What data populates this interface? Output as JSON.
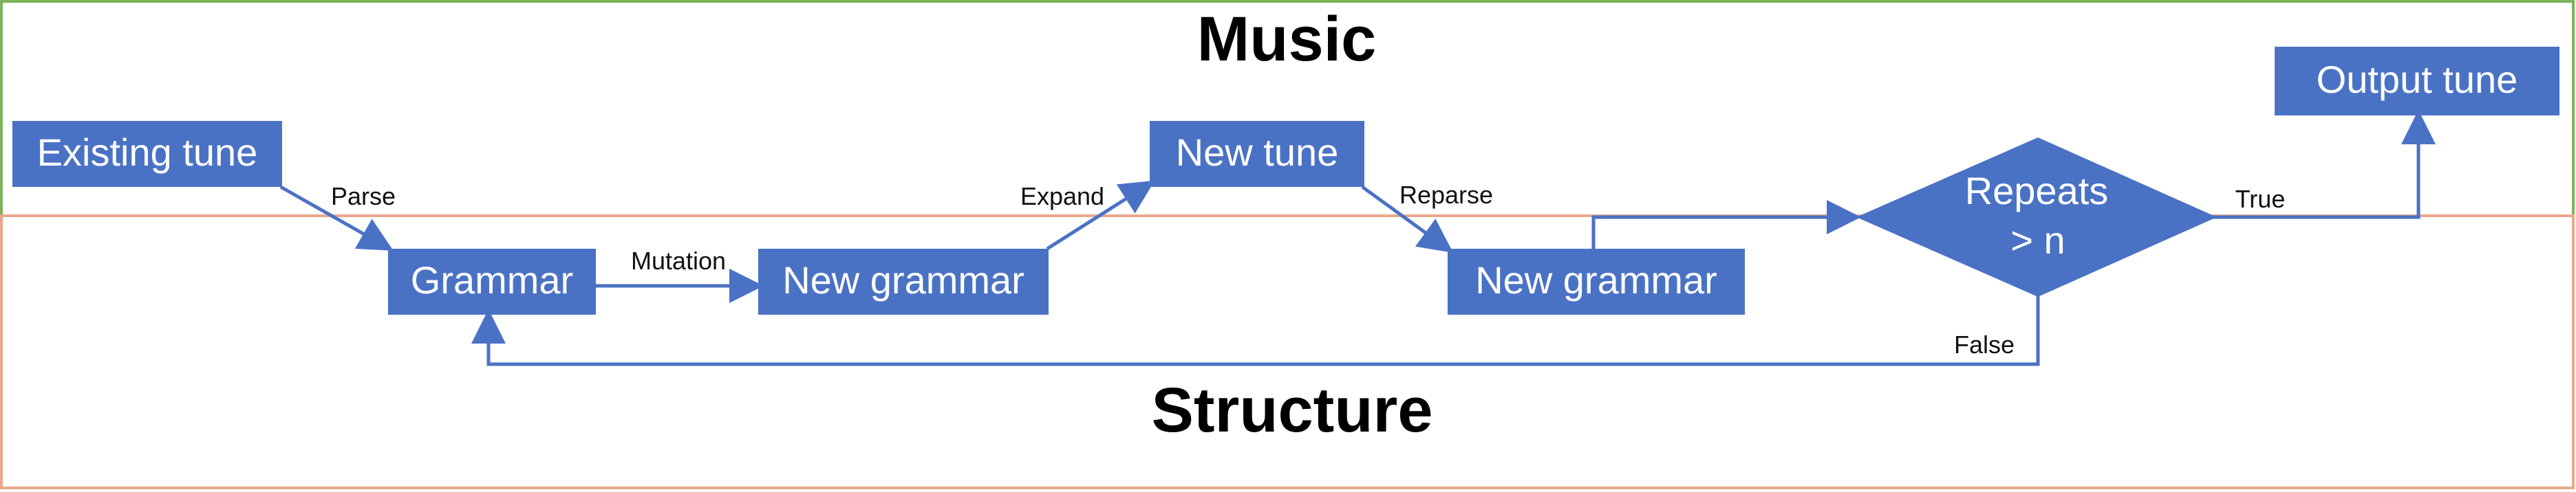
{
  "regions": {
    "music_title": "Music",
    "structure_title": "Structure",
    "music_border_color": "#7db35a",
    "structure_border_color": "#e8a88c"
  },
  "nodes": {
    "existing_tune": "Existing tune",
    "grammar": "Grammar",
    "new_grammar_1": "New grammar",
    "new_tune": "New tune",
    "new_grammar_2": "New grammar",
    "repeats_line1": "Repeats",
    "repeats_line2": "> n",
    "output_tune": "Output tune"
  },
  "edges": {
    "parse": "Parse",
    "mutation": "Mutation",
    "expand": "Expand",
    "reparse": "Reparse",
    "true_label": "True",
    "false_label": "False"
  },
  "colors": {
    "node_fill": "#4a72c4",
    "node_text": "#ffffff",
    "edge": "#4a72c4"
  }
}
